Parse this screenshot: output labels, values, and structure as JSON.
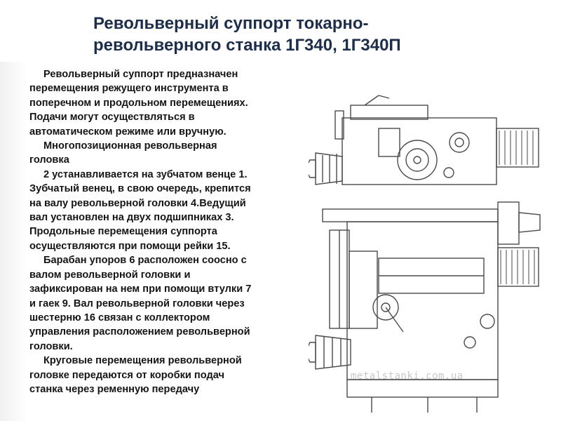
{
  "title": {
    "line1": "Револьверный суппорт токарно-",
    "line2": "револьверного станка 1Г340, 1Г340П"
  },
  "body": {
    "lines": [
      "Револьверный суппорт предназначен",
      "перемещения режущего инструмента в",
      "поперечном и продольном перемещениях.",
      "Подачи могут осуществляться в",
      "автоматическом режиме или вручную.",
      "Многопозиционная револьверная",
      "головка",
      "2 устанавливается на зубчатом венце 1.",
      "Зубчатый венец, в свою очередь, крепится",
      "на валу револьверной головки 4.Ведущий",
      "вал установлен на двух подшипниках 3.",
      "Продольные перемещения суппорта",
      "осуществляются при помощи рейки 15.",
      "Барабан упоров 6 расположен соосно с",
      "валом револьверной головки и",
      "зафиксирован на нем при помощи втулки 7",
      "и гаек 9. Вал револьверной головки через",
      "шестерню 16 связан с коллектором",
      "управления расположением револьверной",
      "головки.",
      "Круговые перемещения револьверной",
      "головке передаются от коробки подач",
      "станка через ременную передачу"
    ]
  },
  "watermark": "metalstanki.com.ua",
  "colors": {
    "title": "#1c2e4a",
    "text": "#151515",
    "drawing": "#4a4a4a"
  }
}
